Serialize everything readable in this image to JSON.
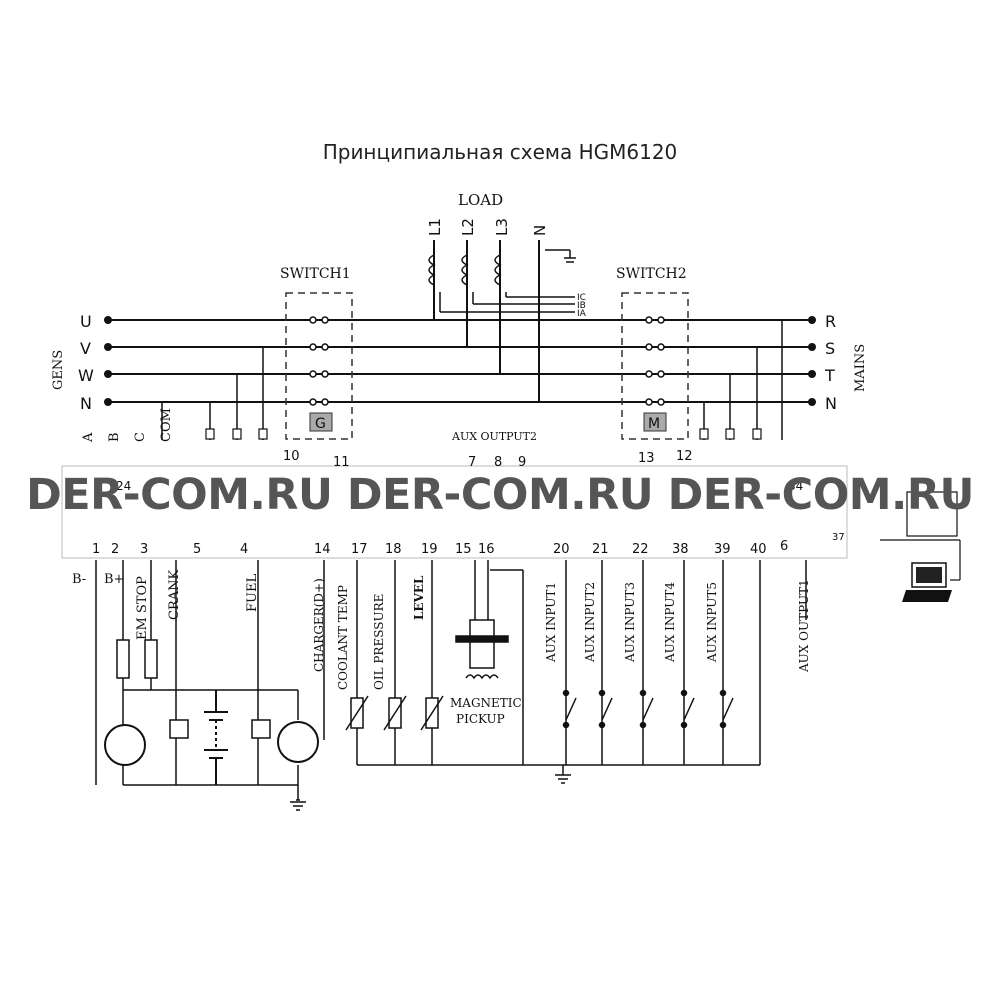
{
  "title": "Принципиальная схема HGM6120",
  "watermark": "DER-COM.RU DER-COM.RU DER-COM.RU",
  "load": {
    "label": "LOAD",
    "lines": [
      "L1",
      "L2",
      "L3",
      "N"
    ]
  },
  "switch1": {
    "label": "SWITCH1",
    "box": "G"
  },
  "switch2": {
    "label": "SWITCH2",
    "box": "M"
  },
  "gens": {
    "label": "GENS",
    "phases": [
      "U",
      "V",
      "W",
      "N"
    ],
    "sense": [
      "A",
      "B",
      "C",
      "COM"
    ]
  },
  "mains": {
    "label": "MAINS",
    "phases": [
      "R",
      "S",
      "T",
      "N"
    ]
  },
  "ct_labels": [
    "IC",
    "IB",
    "IA"
  ],
  "aux_output2": "AUX OUTPUT2",
  "top_terminals": {
    "t10": "10",
    "t11": "11",
    "t7": "7",
    "t8": "8",
    "t9": "9",
    "t13": "13",
    "t12": "12",
    "t24": "24",
    "t34": "34",
    "t37": "37"
  },
  "bottom_terminals": [
    "1",
    "2",
    "3",
    "5",
    "4",
    "14",
    "17",
    "18",
    "19",
    "15",
    "16",
    "20",
    "21",
    "22",
    "38",
    "39",
    "40",
    "6"
  ],
  "wiring": {
    "b_minus": "B-",
    "b_plus": "B+",
    "em_stop": "EM STOP",
    "crank": "CRANK",
    "fuel": "FUEL",
    "charger": "CHARGER(D+)",
    "coolant": "COOLANT TEMP",
    "oil": "OIL PRESSURE",
    "level": "LEVEL",
    "pickup_line1": "MAGNETIC",
    "pickup_line2": "PICKUP",
    "aux_inputs": [
      "AUX INPUT1",
      "AUX INPUT2",
      "AUX INPUT3",
      "AUX INPUT4",
      "AUX INPUT5"
    ],
    "aux_output1": "AUX OUTPUT1"
  },
  "icons": [
    "laptop-icon",
    "ground-icon",
    "motor-icon",
    "battery-icon",
    "fuse-icon",
    "sensor-icon",
    "switch-icon"
  ]
}
